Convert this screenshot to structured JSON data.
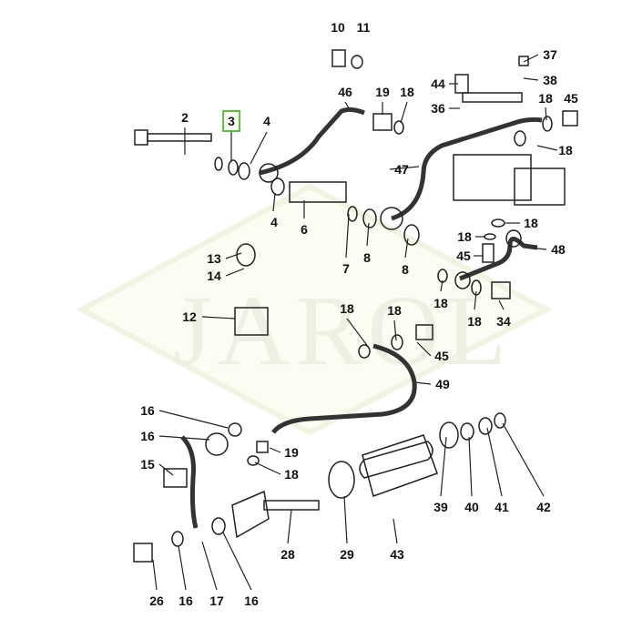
{
  "watermark": "JAROL",
  "highlight_color": "#5bbf3a",
  "labels": [
    "10",
    "11",
    "37",
    "38",
    "44",
    "36",
    "46",
    "19",
    "18",
    "18",
    "45",
    "2",
    "3",
    "4",
    "18",
    "47",
    "4",
    "6",
    "7",
    "8",
    "8",
    "18",
    "18",
    "13",
    "14",
    "45",
    "48",
    "18",
    "18",
    "34",
    "12",
    "18",
    "18",
    "45",
    "49",
    "16",
    "16",
    "19",
    "18",
    "15",
    "39",
    "40",
    "41",
    "42",
    "28",
    "29",
    "43",
    "26",
    "16",
    "17",
    "16"
  ]
}
